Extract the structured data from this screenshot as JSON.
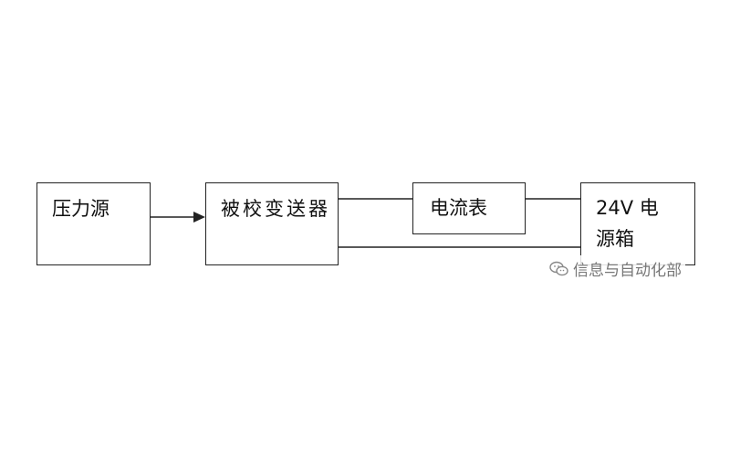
{
  "diagram": {
    "source_label": "压力源",
    "transmitter_label": "被校变送器",
    "ammeter_label": "电流表",
    "power_label_line1": "24V  电",
    "power_label_line2": "源箱"
  },
  "watermark": {
    "text": "信息与自动化部",
    "icon": "wechat-icon"
  },
  "colors": {
    "line": "#222222",
    "watermark": "#777777"
  }
}
